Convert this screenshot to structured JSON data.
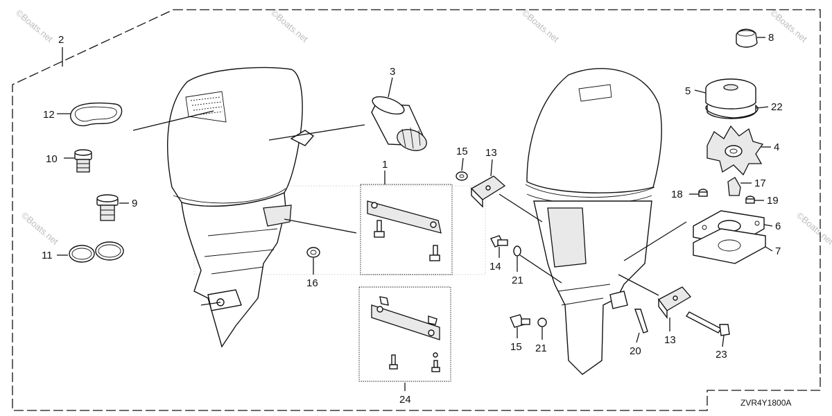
{
  "diagram_code": "ZVR4Y1800A",
  "watermark": "©Boats.net",
  "callouts": [
    "1",
    "2",
    "3",
    "4",
    "5",
    "6",
    "7",
    "8",
    "9",
    "10",
    "11",
    "12",
    "13",
    "13",
    "14",
    "15",
    "16",
    "17",
    "18",
    "19",
    "19",
    "20",
    "21",
    "21",
    "22",
    "23",
    "24"
  ]
}
